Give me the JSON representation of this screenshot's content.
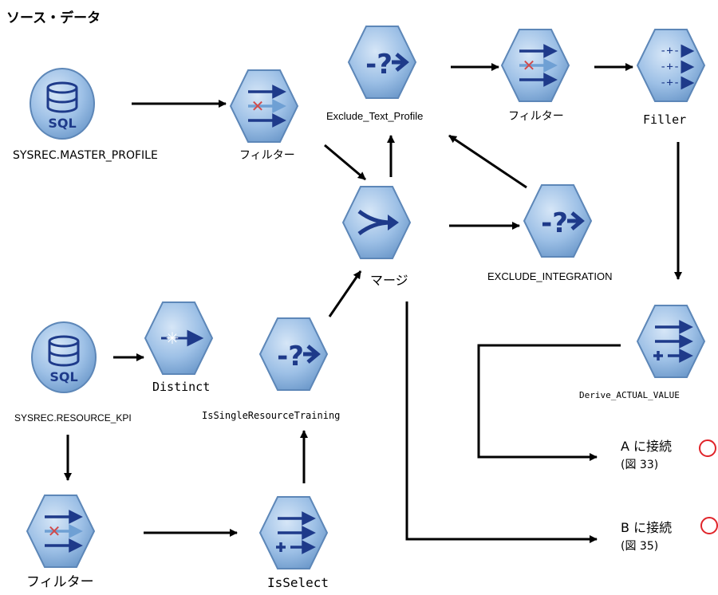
{
  "title": "ソース・データ",
  "nodes": {
    "sql_master": {
      "label": "SYSREC.MASTER_PROFILE",
      "icon": "sql-database-icon"
    },
    "filter_top": {
      "label": "フィルター",
      "icon": "filter-icon"
    },
    "exclude_text": {
      "label": "Exclude_Text_Profile",
      "icon": "select-discard-icon"
    },
    "filter_mid": {
      "label": "フィルター",
      "icon": "filter-icon"
    },
    "filler": {
      "label": "Filler",
      "icon": "filler-icon"
    },
    "merge": {
      "label": "マージ",
      "icon": "merge-icon"
    },
    "exclude_integration": {
      "label": "EXCLUDE_INTEGRATION",
      "icon": "select-discard-icon"
    },
    "derive_actual": {
      "label": "Derive_ACTUAL_VALUE",
      "icon": "derive-icon"
    },
    "sql_resource": {
      "label": "SYSREC.RESOURCE_KPI",
      "icon": "sql-database-icon"
    },
    "distinct": {
      "label": "Distinct",
      "icon": "distinct-icon"
    },
    "is_single": {
      "label": "IsSingleResourceTraining",
      "icon": "select-discard-icon"
    },
    "filter_bottom": {
      "label": "フィルター",
      "icon": "filter-icon"
    },
    "is_select": {
      "label": "IsSelect",
      "icon": "derive-icon"
    }
  },
  "connectors": {
    "a": {
      "label": "A に接続",
      "ref": "(図 33)"
    },
    "b": {
      "label": "B に接続",
      "ref": "(図 35)"
    }
  },
  "colors": {
    "node_fill": "#8fb6df",
    "node_stroke": "#5d87b8",
    "glyph": "#1e3a8a",
    "discard": "#d14a4a",
    "circle": "#e0242a"
  }
}
